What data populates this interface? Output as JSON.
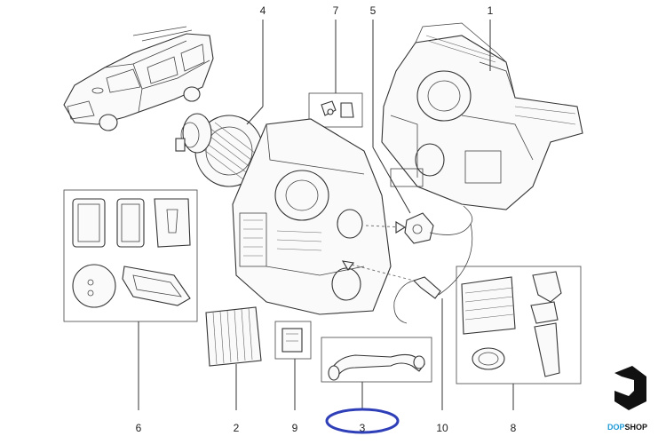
{
  "diagram": {
    "callouts": [
      "1",
      "2",
      "3",
      "4",
      "5",
      "6",
      "7",
      "8",
      "9",
      "10"
    ],
    "highlight_color": "#2f3fb8"
  },
  "logo": {
    "text_a": "DOP",
    "text_b": "SHOP",
    "color_a": "#1e9ad6",
    "color_b": "#111111"
  }
}
